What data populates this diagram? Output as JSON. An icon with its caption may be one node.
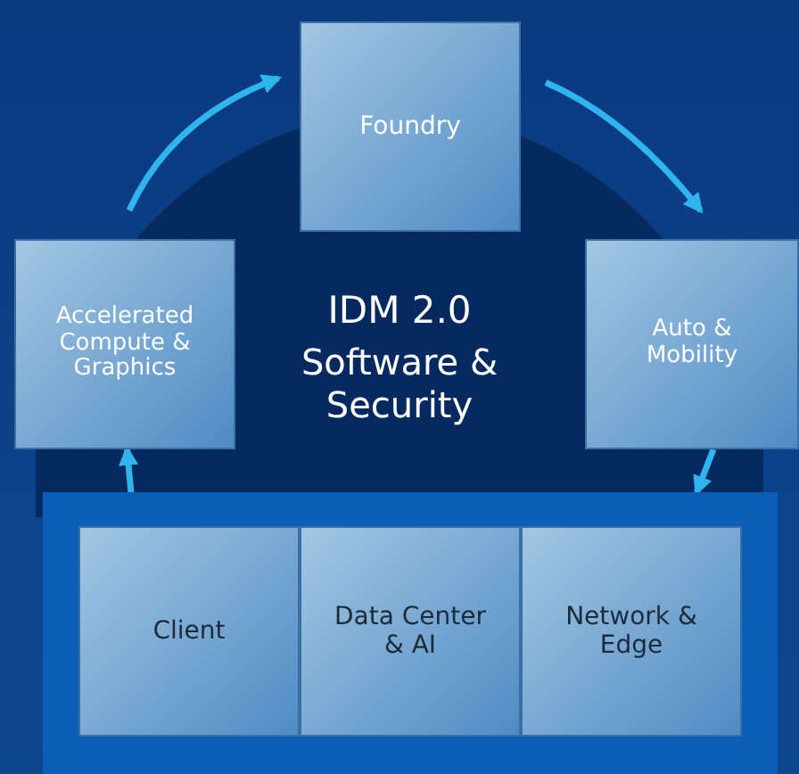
{
  "diagram": {
    "nodes": [
      {
        "text": [
          "Foundry"
        ]
      },
      {
        "text": [
          "Accelerated Compute & Graphics"
        ]
      },
      {
        "text": [
          "Auto & Mobility"
        ]
      },
      {
        "text": [],
        "shape": "box"
      },
      {
        "text": [
          "Client"
        ],
        "in": 3
      },
      {
        "text": [
          "Data Center & AI"
        ],
        "in": 3
      },
      {
        "text": [
          "Network & Edge"
        ],
        "in": 3
      }
    ],
    "edges": [
      {
        "from": 1,
        "to": 0,
        "arrow": "to"
      },
      {
        "from": 0,
        "to": 2,
        "arrow": "to"
      },
      {
        "from": 2,
        "to": 3,
        "arrow": "to"
      },
      {
        "from": 3,
        "to": 1,
        "arrow": "to"
      }
    ],
    "labels": [
      "IDM 2.0",
      "Software & Security"
    ]
  }
}
